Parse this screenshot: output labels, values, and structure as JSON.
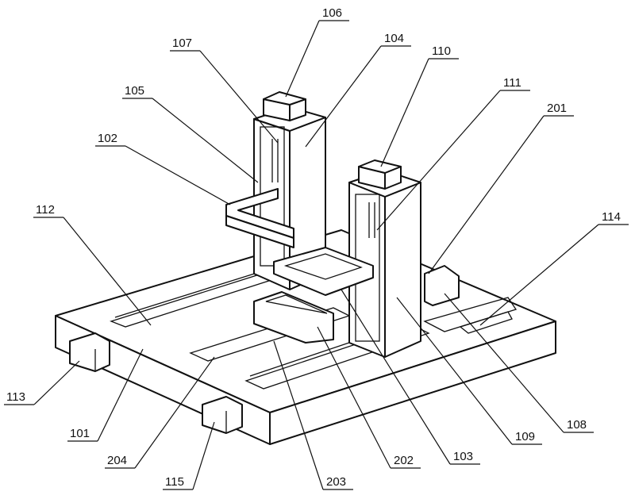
{
  "labels": {
    "l106": "106",
    "l107": "107",
    "l104": "104",
    "l110": "110",
    "l111": "111",
    "l105": "105",
    "l201": "201",
    "l102": "102",
    "l112": "112",
    "l114": "114",
    "l113": "113",
    "l101": "101",
    "l204": "204",
    "l115": "115",
    "l203": "203",
    "l202": "202",
    "l103": "103",
    "l109": "109",
    "l108": "108"
  }
}
